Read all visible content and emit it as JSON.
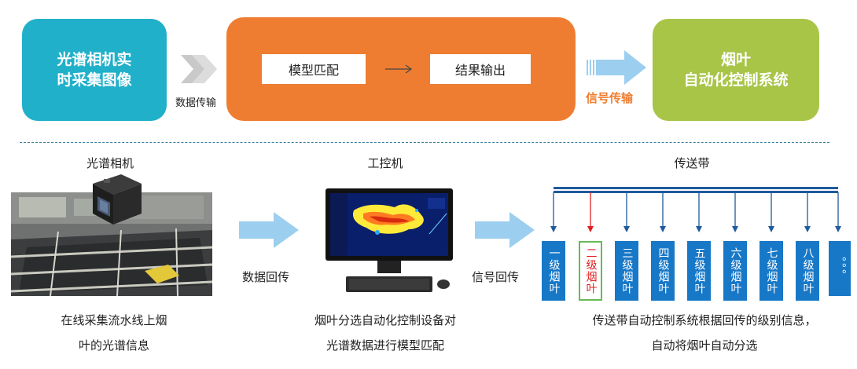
{
  "top": {
    "camera_box": "光谱相机实\n时采集图像",
    "data_transfer": "数据传输",
    "model_match": "模型匹配",
    "result_output": "结果输出",
    "signal_transfer": "信号传输",
    "control_system": "烟叶\n自动化控制系统"
  },
  "bottom": {
    "camera_title": "光谱相机",
    "ipc_title": "工控机",
    "conveyor_title": "传送带",
    "data_return": "数据回传",
    "signal_return": "信号回传",
    "caption_camera_1": "在线采集流水线上烟",
    "caption_camera_2": "叶的光谱信息",
    "caption_ipc_1": "烟叶分选自动化控制设备对",
    "caption_ipc_2": "光谱数据进行模型匹配",
    "caption_conveyor_1": "传送带自动控制系统根据回传的级别信息，",
    "caption_conveyor_2": "自动将烟叶自动分选"
  },
  "grades": [
    "一级烟叶",
    "二级烟叶",
    "三级烟叶",
    "四级烟叶",
    "五级烟叶",
    "六级烟叶",
    "七级烟叶",
    "八级烟叶",
    "。。。"
  ],
  "colors": {
    "teal": "#21b0c9",
    "orange": "#ef7d31",
    "green": "#a8c548",
    "blue": "#1878c8",
    "arrow_light_blue": "#9ccfef",
    "selected_red": "#e02020"
  }
}
